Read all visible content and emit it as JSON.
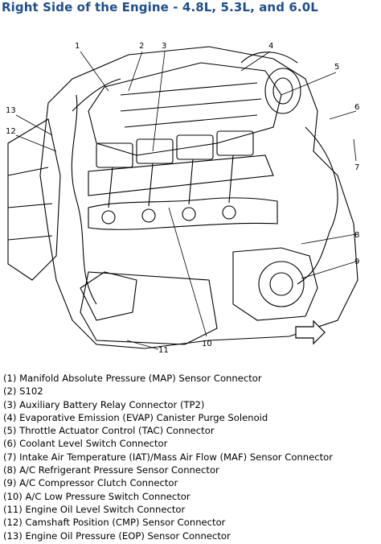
{
  "title": "Right Side of the Engine - 4.8L, 5.3L, and 6.0L",
  "callouts": [
    "1",
    "2",
    "3",
    "4",
    "5",
    "6",
    "7",
    "8",
    "9",
    "10",
    "11",
    "12",
    "13"
  ],
  "legend": [
    "(1)  Manifold Absolute Pressure (MAP) Sensor Connector",
    "(2)  S102",
    "(3)  Auxiliary Battery Relay Connector (TP2)",
    "(4)  Evaporative Emission (EVAP) Canister Purge Solenoid",
    "(5)  Throttle Actuator Control (TAC) Connector",
    "(6)  Coolant Level Switch Connector",
    "(7)  Intake Air Temperature (IAT)/Mass Air Flow (MAF) Sensor Connector",
    "(8)  A/C Refrigerant Pressure Sensor Connector",
    "(9)  A/C Compressor Clutch Connector",
    "(10) A/C Low Pressure Switch Connector",
    "(11) Engine Oil Level Switch Connector",
    "(12) Camshaft Position (CMP) Sensor Connector",
    "(13) Engine Oil Pressure (EOP) Sensor Connector"
  ],
  "icons": {
    "direction_arrow": "right-arrow-icon"
  }
}
